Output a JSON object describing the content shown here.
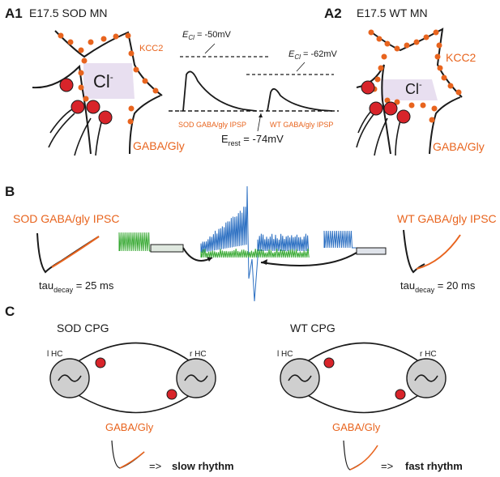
{
  "colors": {
    "orange": "#e8641e",
    "red": "#d8242a",
    "chloride_fill": "#e8dff0",
    "neuron_fill": "#cfcfcf",
    "green": "#3aaa35",
    "blue": "#2b6fc2",
    "black": "#1a1a1a"
  },
  "panelA": {
    "a1_label": "A1",
    "a1_title": "E17.5 SOD MN",
    "a2_label": "A2",
    "a2_title": "E17.5 WT MN",
    "kcc2_left": "KCC2",
    "kcc2_right": "KCC2",
    "cl_left": "Cl",
    "cl_right": "Cl",
    "cl_superscript": "-",
    "gaba_left": "GABA/Gly",
    "gaba_right": "GABA/Gly",
    "ecl_sym": "E",
    "ecl_sub": "Cl",
    "ecl_sod_value": " = -50mV",
    "ecl_wt_value": " = -62mV",
    "sod_ipsp": "SOD GABA/gly IPSP",
    "wt_ipsp": "WT GABA/gly IPSP",
    "erest_sym": "E",
    "erest_sub": "rest",
    "erest_value": " = -74mV"
  },
  "panelB": {
    "label": "B",
    "sod_ipsc": "SOD GABA/gly IPSC",
    "wt_ipsc": "WT GABA/gly IPSC",
    "tau_sym": "tau",
    "tau_sub": "decay",
    "tau_sod_value": " = 25 ms",
    "tau_wt_value": " = 20 ms"
  },
  "panelC": {
    "label": "C",
    "sod_title": "SOD CPG",
    "wt_title": "WT CPG",
    "lhc_left": "l HC",
    "rhc_left": "r HC",
    "lhc_right": "l HC",
    "rhc_right": "r HC",
    "gaba_left": "GABA/Gly",
    "gaba_right": "GABA/Gly",
    "arrow": "=>",
    "slow": "slow rhythm",
    "fast": "fast rhythm"
  }
}
